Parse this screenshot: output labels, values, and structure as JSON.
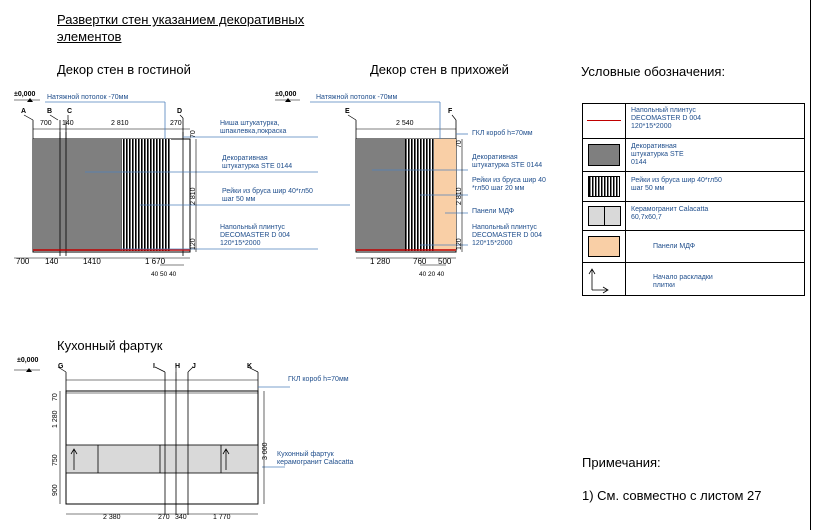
{
  "title_line1": "Развертки стен указанием декоративных",
  "title_line2": "элементов",
  "living": {
    "heading": "Декор стен в гостиной",
    "level": "±0,000",
    "ceiling_label": "Натяжной потолок -70мм",
    "axes": [
      "A",
      "B",
      "C",
      "D"
    ],
    "top_dims": [
      "700",
      "140",
      "2 810",
      "270"
    ],
    "right_dims": [
      "70",
      "2 810",
      "120"
    ],
    "bottom_dims": [
      "700",
      "140",
      "1410",
      "1 670"
    ],
    "bottom_sub": "40 50 40",
    "notes": {
      "niche": [
        "Ниша штукатурка,",
        "шпаклевка,покраска"
      ],
      "plaster": [
        "Декоративная",
        "штукатурка STE 0144"
      ],
      "slats": [
        "Рейки из бруса шир 40*гл50",
        "шаг 50 мм"
      ],
      "skirting": [
        "Напольный плинтус",
        "DECOMASTER D 004",
        "120*15*2000"
      ]
    }
  },
  "hall": {
    "heading": "Декор стен в прихожей",
    "level": "±0,000",
    "ceiling_label": "Натяжной потолок -70мм",
    "axes": [
      "E",
      "F"
    ],
    "top_dims": [
      "2 540"
    ],
    "right_dims": [
      "70",
      "2 810",
      "120"
    ],
    "bottom_dims": [
      "1 280",
      "760",
      "500"
    ],
    "bottom_sub": "40 20 40",
    "notes": {
      "gkl": "ГКЛ короб h=70мм",
      "plaster": [
        "Декоративная",
        "штукатурка STE 0144"
      ],
      "slats": [
        "Рейки из бруса шир 40",
        "*гл50 шаг 20 мм"
      ],
      "mdf": "Панели МДФ",
      "skirting": [
        "Напольный плинтус",
        "DECOMASTER D 004",
        "120*15*2000"
      ]
    }
  },
  "kitchen": {
    "heading": "Кухонный фартук",
    "level": "±0,000",
    "axes": [
      "G",
      "I",
      "H",
      "J",
      "K"
    ],
    "gkl": "ГКЛ короб h=70мм",
    "apron": [
      "Кухонный фартук",
      "керамогранит Calacatta"
    ],
    "left_dims": [
      "70",
      "1 280",
      "750",
      "900"
    ],
    "right_dim": "3 000",
    "bottom_dims": [
      "2 380",
      "270",
      "340",
      "1 770"
    ]
  },
  "legend": {
    "heading": "Условные обозначения:",
    "items": [
      {
        "symbol": "red-line",
        "lines": [
          "Напольный плинтус",
          "DECOMASTER D 004",
          "120*15*2000"
        ]
      },
      {
        "symbol": "gray-fill",
        "lines": [
          "Декоративная",
          "штукатурка STE",
          "0144"
        ]
      },
      {
        "symbol": "slats",
        "lines": [
          "Рейки из бруса шир 40*гл50",
          "шаг 50 мм"
        ]
      },
      {
        "symbol": "tiles",
        "lines": [
          "Керамогранит Calacatta",
          "60,7х60,7"
        ]
      },
      {
        "symbol": "mdf",
        "lines": [
          "Панели МДФ"
        ]
      },
      {
        "symbol": "arrow",
        "lines": [
          "Начало раскладки",
          "плитки"
        ]
      }
    ]
  },
  "notes_heading": "Примечания:",
  "note_1": "1) См. совместно с листом 27",
  "colors": {
    "plaster": "#7f7f7f",
    "mdf": "#f9cfa6",
    "tile": "#d9d9d9",
    "skirting": "#c00000",
    "leader": "#4f81bd",
    "note_text": "#1f4e8c"
  }
}
